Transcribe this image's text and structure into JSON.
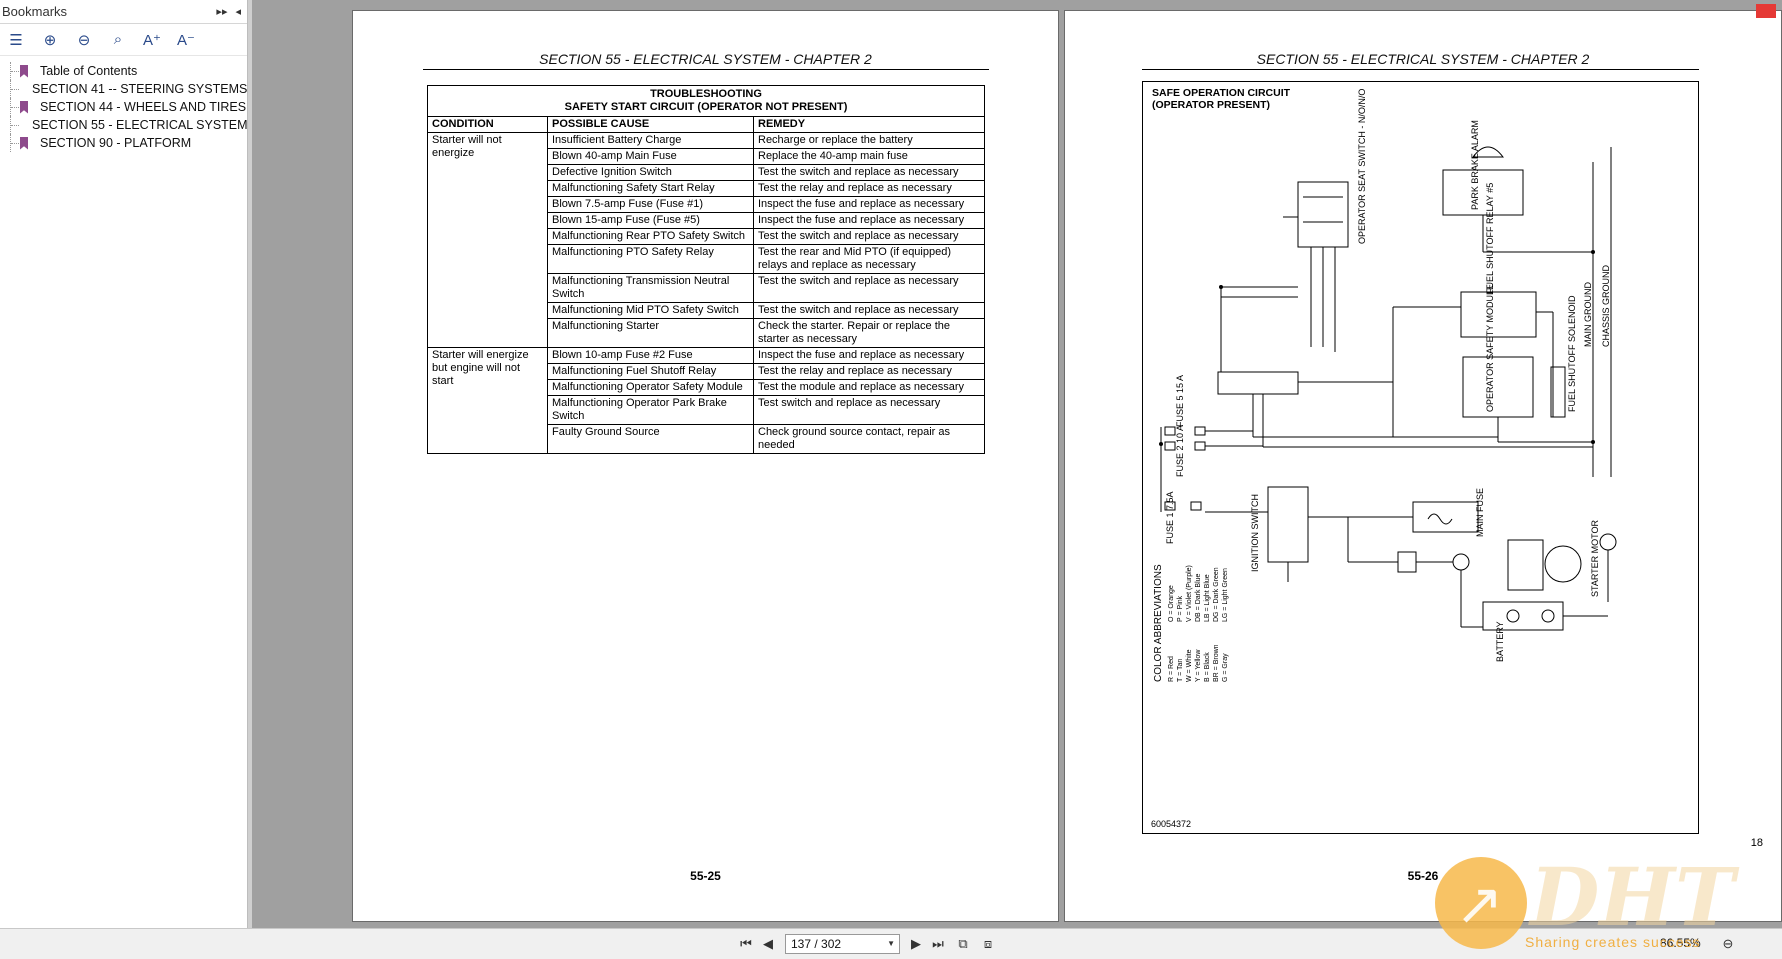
{
  "bookmarks": {
    "title": "Bookmarks",
    "items": [
      {
        "label": "Table of Contents"
      },
      {
        "label": "SECTION 41 -- STEERING SYSTEMS"
      },
      {
        "label": "SECTION 44 - WHEELS AND TIRES"
      },
      {
        "label": "SECTION 55 - ELECTRICAL SYSTEM"
      },
      {
        "label": "SECTION 90 - PLATFORM"
      }
    ]
  },
  "left_page": {
    "header": "SECTION 55 - ELECTRICAL SYSTEM - CHAPTER 2",
    "table_title1": "TROUBLESHOOTING",
    "table_title2": "SAFETY START CIRCUIT (OPERATOR NOT PRESENT)",
    "columns": [
      "CONDITION",
      "POSSIBLE CAUSE",
      "REMEDY"
    ],
    "condition1": "Starter will not energize",
    "condition2": "Starter will energize but engine will not start",
    "rows1": [
      {
        "cause": "Insufficient Battery Charge",
        "remedy": "Recharge or replace the battery"
      },
      {
        "cause": "Blown 40-amp Main Fuse",
        "remedy": "Replace the 40-amp main fuse"
      },
      {
        "cause": "Defective Ignition Switch",
        "remedy": "Test the switch and replace as necessary"
      },
      {
        "cause": "Malfunctioning Safety Start Relay",
        "remedy": "Test the relay and replace as necessary"
      },
      {
        "cause": "Blown 7.5-amp Fuse (Fuse #1)",
        "remedy": "Inspect the fuse and replace as necessary"
      },
      {
        "cause": "Blown 15-amp Fuse (Fuse #5)",
        "remedy": "Inspect the fuse and replace as necessary"
      },
      {
        "cause": "Malfunctioning Rear PTO Safety Switch",
        "remedy": "Test the switch and replace as necessary"
      },
      {
        "cause": "Malfunctioning PTO Safety Relay",
        "remedy": "Test the rear and Mid PTO (if equipped) relays and replace as necessary"
      },
      {
        "cause": "Malfunctioning Transmission Neutral Switch",
        "remedy": "Test the switch and replace as necessary"
      },
      {
        "cause": "Malfunctioning Mid PTO Safety Switch",
        "remedy": "Test the switch and replace as necessary"
      },
      {
        "cause": "Malfunctioning Starter",
        "remedy": "Check the starter. Repair or replace the starter as necessary"
      }
    ],
    "rows2": [
      {
        "cause": "Blown 10-amp Fuse #2 Fuse",
        "remedy": "Inspect the fuse and replace as necessary"
      },
      {
        "cause": "Malfunctioning Fuel Shutoff Relay",
        "remedy": "Test the relay and replace as necessary"
      },
      {
        "cause": "Malfunctioning Operator Safety Module",
        "remedy": "Test the module and replace as necessary"
      },
      {
        "cause": "Malfunctioning Operator Park Brake Switch",
        "remedy": "Test switch and replace as necessary"
      },
      {
        "cause": "Faulty Ground Source",
        "remedy": "Check ground source contact, repair as needed"
      }
    ],
    "page_number": "55-25"
  },
  "right_page": {
    "header": "SECTION 55 - ELECTRICAL SYSTEM - CHAPTER 2",
    "schematic_title1": "SAFE OPERATION CIRCUIT",
    "schematic_title2": "(OPERATOR PRESENT)",
    "labels": {
      "park_brake": "PARK BRAKE ALARM",
      "operator_seat": "OPERATOR SEAT SWITCH - N/O/N/O",
      "fuel_shutoff_relay": "FUEL SHUTOFF RELAY #5",
      "main_ground": "MAIN GROUND",
      "chassis_ground": "CHASSIS GROUND",
      "operator_safety": "OPERATOR SAFETY MODULE",
      "fuel_solenoid": "FUEL SHUTOFF SOLENOID",
      "fuse5": "FUSE 5 15 A",
      "fuse2": "FUSE 2 10 A",
      "fuse1": "FUSE 1 7.5A",
      "ignition": "IGNITION SWITCH",
      "main_fuse": "MAIN FUSE",
      "starter_motor": "STARTER MOTOR",
      "battery": "BATTERY",
      "color_abbrev": "COLOR ABBREVIATIONS"
    },
    "color_legend": [
      "R = Red",
      "T = Tan",
      "W = White",
      "Y = Yellow",
      "B = Black",
      "BR = Brown",
      "G = Gray",
      "O = Orange",
      "P = Pink",
      "V = Violet (Purple)",
      "DB = Dark Blue",
      "LB = Light Blue",
      "DG = Dark Green",
      "LG = Light Green"
    ],
    "figure_id": "60054372",
    "figure_number": "18",
    "page_number": "55-26"
  },
  "status": {
    "page_indicator": "137 / 302",
    "zoom": "86.55%"
  },
  "watermark": {
    "text": "DHT",
    "subtext": "Sharing creates success"
  }
}
